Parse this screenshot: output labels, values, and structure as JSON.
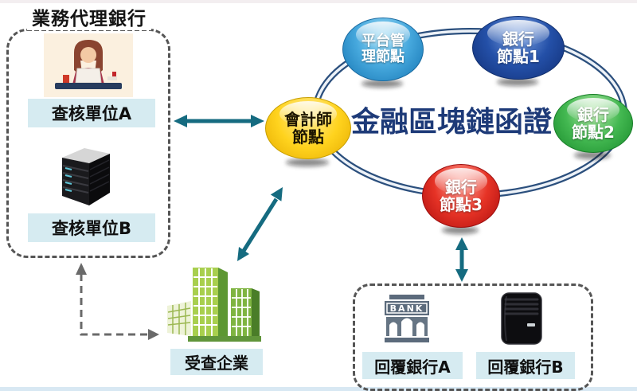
{
  "agency_box": {
    "title": "業務代理銀行",
    "unit_a": "查核單位A",
    "unit_b": "查核單位B"
  },
  "ring": {
    "title": "金融區塊鏈函證",
    "nodes": {
      "platform": {
        "line1": "平台管",
        "line2": "理節點",
        "color": "#2f9fd8"
      },
      "bank1": {
        "line1": "銀行",
        "line2": "節點1",
        "color": "#1d47a0"
      },
      "bank2": {
        "line1": "銀行",
        "line2": "節點2",
        "color": "#2ca33c"
      },
      "bank3": {
        "line1": "銀行",
        "line2": "節點3",
        "color": "#d42020"
      },
      "accountant": {
        "line1": "會計師",
        "line2": "節點",
        "color": "#f5c400"
      }
    }
  },
  "enterprise": {
    "label": "受查企業"
  },
  "reply_box": {
    "bank_a": "回覆銀行A",
    "bank_b": "回覆銀行B",
    "bank_sign": "BANK"
  },
  "colors": {
    "arrow_teal": "#156b80",
    "dashed_gray": "#6a6a6a",
    "ring_blue": "#2b4f7d",
    "label_bg": "#d6ebf1",
    "title_navy": "#1d3a78"
  }
}
